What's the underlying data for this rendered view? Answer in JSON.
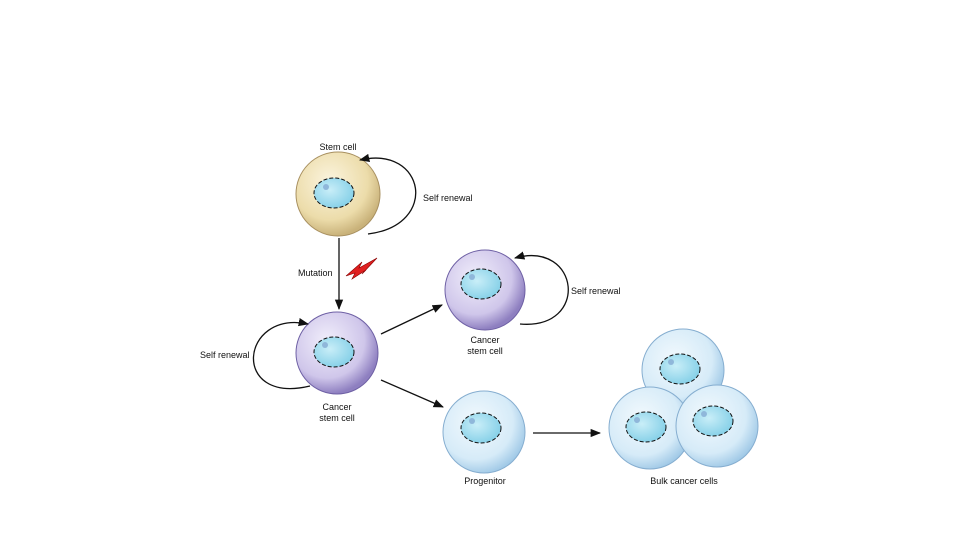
{
  "labels": {
    "stem_cell": "Stem cell",
    "self_renewal_top": "Self renewal",
    "mutation": "Mutation",
    "self_renewal_left": "Self renewal",
    "cancer_stem_cell_left_line1": "Cancer",
    "cancer_stem_cell_left_line2": "stem cell",
    "self_renewal_right": "Self renewal",
    "cancer_stem_cell_right_line1": "Cancer",
    "cancer_stem_cell_right_line2": "stem cell",
    "progenitor": "Progenitor",
    "bulk_cancer_cells": "Bulk cancer cells"
  },
  "colors": {
    "stem_cell": "#ecdcaa",
    "cancer_stem_cell": "#cfc6ea",
    "progenitor": "#cde6f6",
    "nucleus": "#9fdbef",
    "lightning": "#e02020"
  }
}
